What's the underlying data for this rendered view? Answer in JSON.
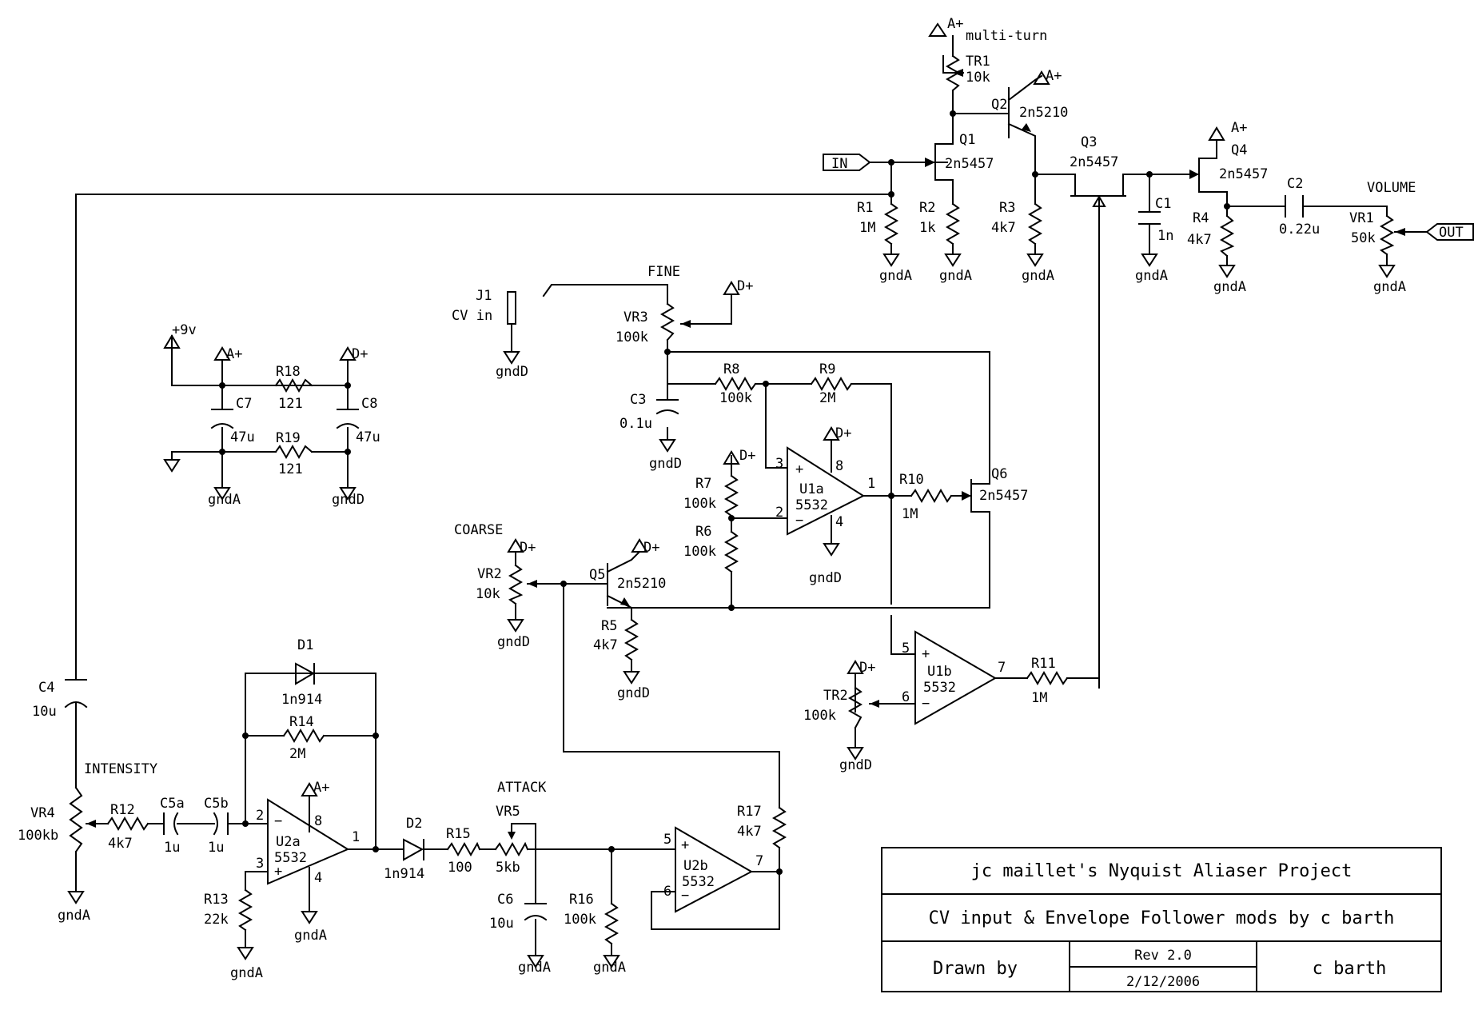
{
  "title_block": {
    "title": "jc maillet's Nyquist Aliaser Project",
    "subtitle": "CV input & Envelope Follower mods by c barth",
    "drawn_by_label": "Drawn by",
    "rev": "Rev 2.0",
    "date": "2/12/2006",
    "author": "c barth"
  },
  "labels": {
    "multiturn": "multi-turn",
    "tr1": "TR1",
    "tr1_val": "10k",
    "q1": "Q1",
    "q1_part": "2n5457",
    "q2": "Q2",
    "q2_part": "2n5210",
    "q3": "Q3",
    "q3_part": "2n5457",
    "q4": "Q4",
    "q4_part": "2n5457",
    "q5": "Q5",
    "q5_part": "2n5210",
    "q6": "Q6",
    "q6_part": "2n5457",
    "in": "IN",
    "out": "OUT",
    "r1": "R1",
    "r1_val": "1M",
    "r2": "R2",
    "r2_val": "1k",
    "r3": "R3",
    "r3_val": "4k7",
    "r4": "R4",
    "r4_val": "4k7",
    "r5": "R5",
    "r5_val": "4k7",
    "r6": "R6",
    "r6_val": "100k",
    "r7": "R7",
    "r7_val": "100k",
    "r8": "R8",
    "r8_val": "100k",
    "r9": "R9",
    "r9_val": "2M",
    "r10": "R10",
    "r10_val": "1M",
    "r11": "R11",
    "r11_val": "1M",
    "r12": "R12",
    "r12_val": "4k7",
    "r13": "R13",
    "r13_val": "22k",
    "r14": "R14",
    "r14_val": "2M",
    "r15": "R15",
    "r15_val": "100",
    "r16": "R16",
    "r16_val": "100k",
    "r17": "R17",
    "r17_val": "4k7",
    "r18": "R18",
    "r18_val": "121",
    "r19": "R19",
    "r19_val": "121",
    "c1": "C1",
    "c1_val": "1n",
    "c2": "C2",
    "c2_val": "0.22u",
    "c3": "C3",
    "c3_val": "0.1u",
    "c4": "C4",
    "c4_val": "10u",
    "c5a": "C5a",
    "c5a_val": "1u",
    "c5b": "C5b",
    "c5b_val": "1u",
    "c6": "C6",
    "c6_val": "10u",
    "c7": "C7",
    "c7_val": "47u",
    "c8": "C8",
    "c8_val": "47u",
    "d1": "D1",
    "d1_val": "1n914",
    "d2": "D2",
    "d2_val": "1n914",
    "vr1": "VR1",
    "vr1_val": "50k",
    "volume": "VOLUME",
    "vr2": "VR2",
    "vr2_val": "10k",
    "coarse": "COARSE",
    "vr3": "VR3",
    "vr3_val": "100k",
    "fine": "FINE",
    "vr4": "VR4",
    "vr4_val": "100kb",
    "intensity": "INTENSITY",
    "vr5": "VR5",
    "vr5_val": "5kb",
    "attack": "ATTACK",
    "tr2": "TR2",
    "tr2_val": "100k",
    "j1": "J1",
    "cv_in": "CV in",
    "u1a": "U1a",
    "u1b": "U1b",
    "u2a": "U2a",
    "u2b": "U2b",
    "opamp": "5532",
    "gnda": "gndA",
    "gndd": "gndD",
    "ap": "A+",
    "dp": "D+",
    "p9v": "+9v",
    "pin1": "1",
    "pin2": "2",
    "pin3": "3",
    "pin4": "4",
    "pin5": "5",
    "pin6": "6",
    "pin7": "7",
    "pin8": "8",
    "plus": "+",
    "minus": "−"
  },
  "colors": {
    "ink": "#000000",
    "paper": "#ffffff"
  }
}
